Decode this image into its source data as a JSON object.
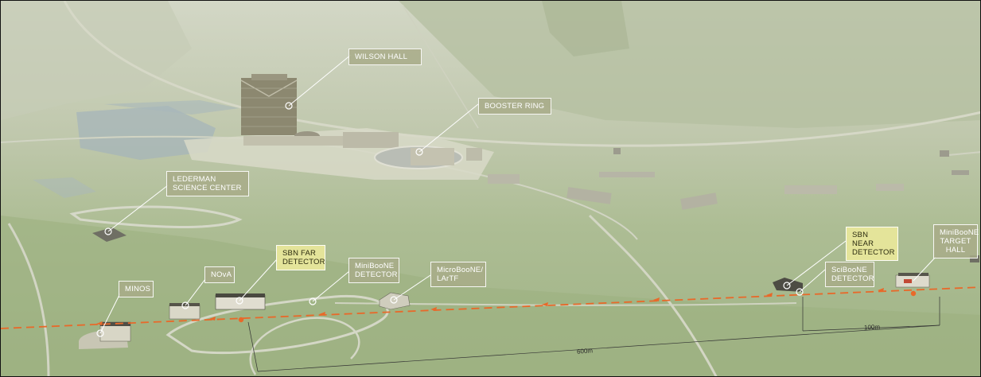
{
  "labels": {
    "wilson_hall": "WILSON HALL",
    "booster_ring": "BOOSTER RING",
    "lederman": "LEDERMAN\nSCIENCE CENTER",
    "sbn_near": "SBN NEAR\nDETECTOR",
    "miniboone_target": "MiniBooNE\nTARGET\nHALL",
    "sciboone": "SciBooNE\nDETECTOR",
    "microboone": "MicroBooNE/\nLArTF",
    "miniboone_det": "MiniBooNE\nDETECTOR",
    "sbn_far": "SBN FAR\nDETECTOR",
    "nova": "NOvA",
    "minos": "MINOS"
  },
  "distances": {
    "near": "100m",
    "far": "600m"
  },
  "colors": {
    "beam": "#e8692a",
    "highlight_label": "#e4e49a",
    "label_bg": "#a8ac88",
    "grass": "#a2b58a"
  }
}
